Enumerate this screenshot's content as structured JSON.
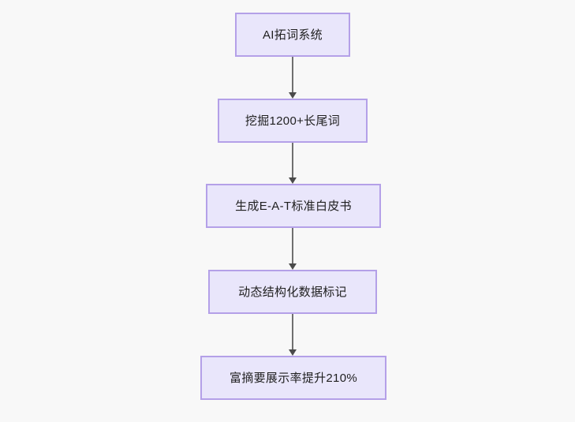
{
  "diagram": {
    "title": "AI SEO content pipeline flowchart",
    "orientation": "top-to-bottom",
    "background_color": "#f8f8f8",
    "node_fill_color": "#e9e6fb",
    "node_border_color": "#b4a0e8",
    "node_text_color": "#1f1f1f",
    "edge_color": "#707070",
    "arrowhead_color": "#4a4a4a",
    "nodes": [
      {
        "id": "n0",
        "label": "AI拓词系统"
      },
      {
        "id": "n1",
        "label": "挖掘1200+长尾词"
      },
      {
        "id": "n2",
        "label": "生成E-A-T标准白皮书"
      },
      {
        "id": "n3",
        "label": "动态结构化数据标记"
      },
      {
        "id": "n4",
        "label": "富摘要展示率提升210%"
      }
    ],
    "edges": [
      {
        "from": "n0",
        "to": "n1",
        "label": ""
      },
      {
        "from": "n1",
        "to": "n2",
        "label": ""
      },
      {
        "from": "n2",
        "to": "n3",
        "label": ""
      },
      {
        "from": "n3",
        "to": "n4",
        "label": ""
      }
    ]
  }
}
